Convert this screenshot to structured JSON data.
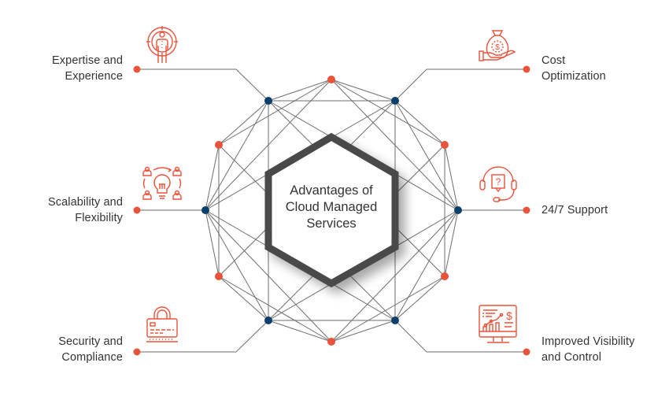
{
  "diagram": {
    "title_lines": [
      "Advantages of",
      "Cloud Managed",
      "Services"
    ],
    "colors": {
      "accent_red": "#E8533A",
      "node_blue": "#0D3F6B",
      "line_gray": "#6E6E6E",
      "hexagon_border": "#4A4A4A",
      "text": "#333333",
      "background": "#FFFFFF"
    },
    "items": [
      {
        "id": "expertise",
        "lines": [
          "Expertise and",
          "Experience"
        ],
        "side": "left",
        "icon": "target-person-icon"
      },
      {
        "id": "cost",
        "lines": [
          "Cost",
          "Optimization"
        ],
        "side": "right",
        "icon": "money-bag-hand-icon"
      },
      {
        "id": "scalability",
        "lines": [
          "Scalability and",
          "Flexibility"
        ],
        "side": "left",
        "icon": "lightbulb-team-icon"
      },
      {
        "id": "support",
        "lines": [
          "24/7 Support"
        ],
        "side": "right",
        "icon": "headset-question-icon"
      },
      {
        "id": "security",
        "lines": [
          "Security and",
          "Compliance"
        ],
        "side": "left",
        "icon": "padlock-card-icon"
      },
      {
        "id": "visibility",
        "lines": [
          "Improved Visibility",
          "and Control"
        ],
        "side": "right",
        "icon": "monitor-chart-icon"
      }
    ]
  }
}
